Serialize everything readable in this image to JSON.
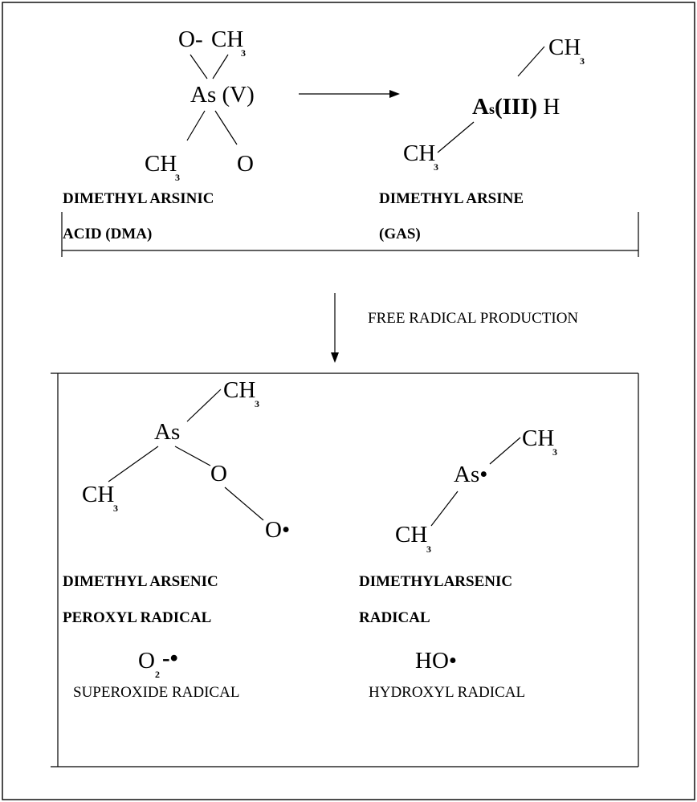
{
  "step1": {
    "dma": {
      "o_minus": "O-",
      "ch_top": "CH",
      "ch_top_sub": "3",
      "center": "As",
      "oxidation": " (V)",
      "ch_bottom": "CH",
      "ch_bottom_sub": "3",
      "o_bottom": "O",
      "label_line1": "DIMETHYL ARSINIC",
      "label_line2": "ACID (DMA)"
    },
    "arsine": {
      "ch_top": "CH",
      "ch_top_sub": "3",
      "as_main": "A",
      "as_sub": "s",
      "oxidation": "(III)",
      "hydrogen": " H",
      "ch_bottom": "CH",
      "ch_bottom_sub": "3",
      "label_line1": "DIMETHYL ARSINE",
      "label_line2": "(GAS)"
    }
  },
  "process_label": "FREE RADICAL PRODUCTION",
  "radicals": {
    "peroxyl": {
      "as": "As",
      "ch_top": "CH",
      "ch_top_sub": "3",
      "ch_left": "CH",
      "ch_left_sub": "3",
      "o1": "O",
      "o2": "O•",
      "label_line1": "DIMETHYL ARSENIC",
      "label_line2": "PEROXYL RADICAL"
    },
    "dimethylarsenic": {
      "as": "As•",
      "ch_top": "CH",
      "ch_top_sub": "3",
      "ch_bottom": "CH",
      "ch_bottom_sub": "3",
      "label_line1": "DIMETHYLARSENIC",
      "label_line2": "RADICAL"
    },
    "superoxide": {
      "o": "O",
      "o_sub": "2",
      "charge": "-•",
      "label": "SUPEROXIDE RADICAL"
    },
    "hydroxyl": {
      "formula": "HO•",
      "label": "HYDROXYL RADICAL"
    }
  }
}
